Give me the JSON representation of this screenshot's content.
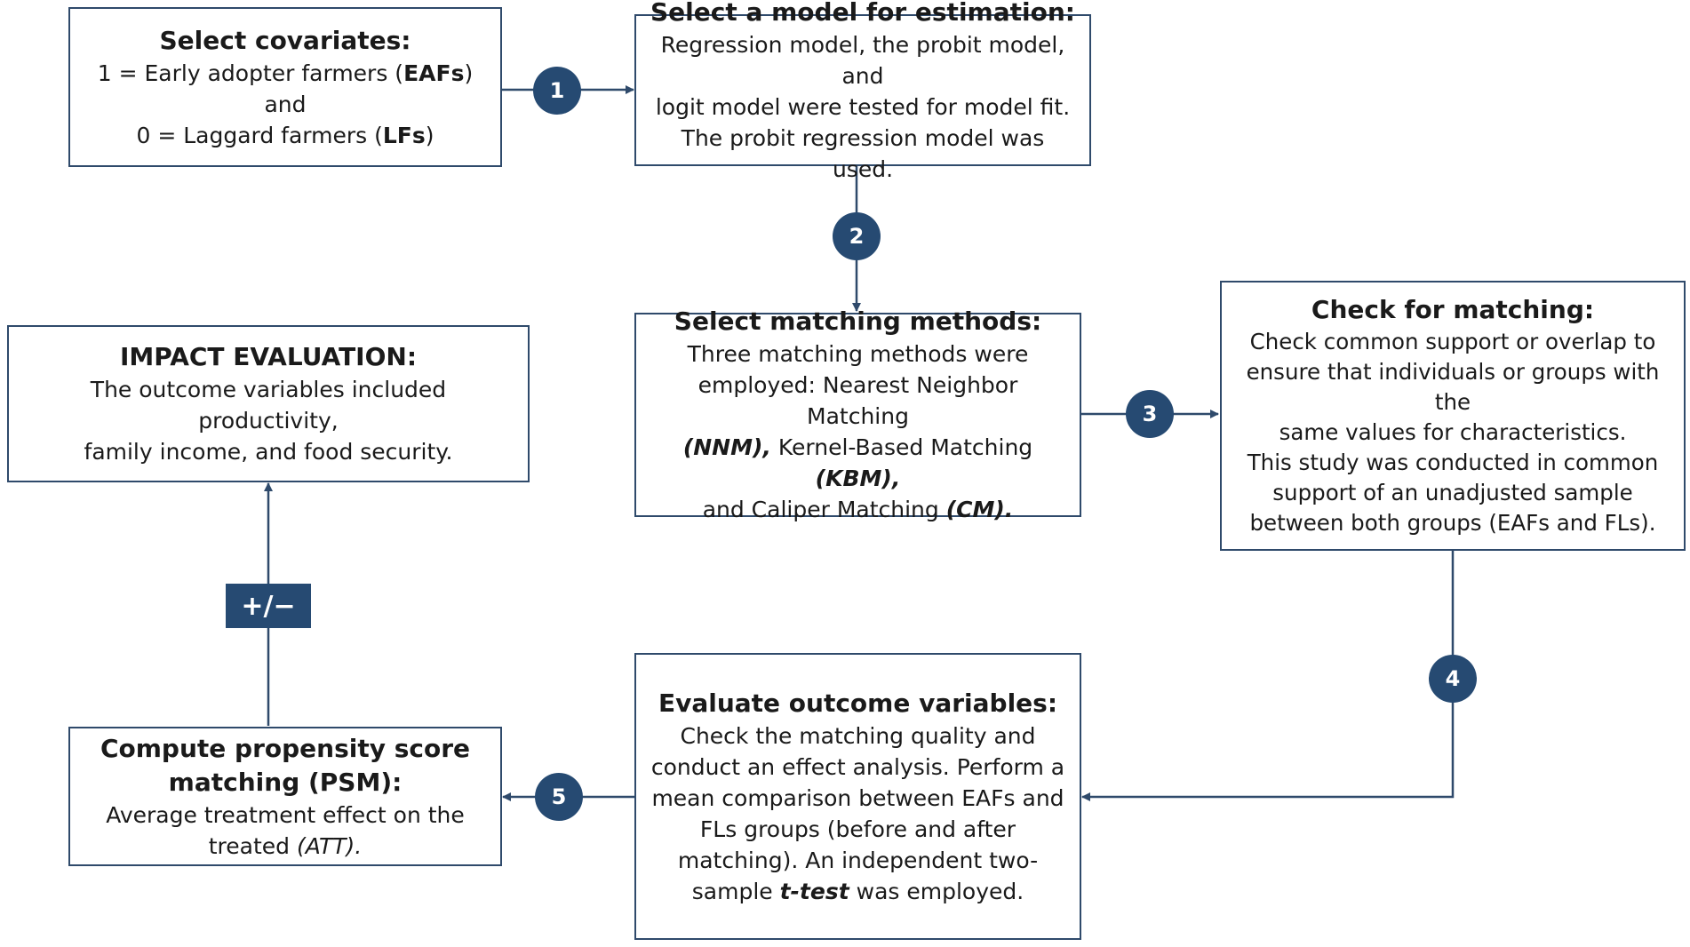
{
  "steps": {
    "covariates": {
      "title": "Select covariates:",
      "line1_pre": "1 = Early adopter farmers (",
      "line1_bold": "EAFs",
      "line1_post": ") and",
      "line2_pre": "0 = Laggard farmers (",
      "line2_bold": "LFs",
      "line2_post": ")"
    },
    "model": {
      "title": "Select a model for estimation:",
      "line1": "Regression model, the probit model, and",
      "line2": "logit model were tested for model fit.",
      "line3": "The probit regression model was used."
    },
    "matching_methods": {
      "title": "Select matching methods:",
      "line1": "Three matching methods were",
      "line2": "employed: Nearest Neighbor Matching",
      "nnm": "(NNM),",
      "kbm_text": " Kernel-Based Matching ",
      "kbm": "(KBM),",
      "cm_text": "and Caliper Matching ",
      "cm": "(CM)."
    },
    "check_matching": {
      "title": "Check for matching:",
      "line1": "Check common support or overlap to",
      "line2": "ensure that individuals or groups with the",
      "line3": "same values for characteristics.",
      "line4": "This study was conducted in common",
      "line5": "support of an unadjusted sample",
      "line6": "between both groups (EAFs and FLs)."
    },
    "impact": {
      "title": "IMPACT EVALUATION:",
      "line1": "The outcome variables included productivity,",
      "line2": "family income, and food security."
    },
    "evaluate": {
      "title": "Evaluate outcome variables:",
      "line1": "Check the matching quality and",
      "line2": "conduct an effect analysis. Perform a",
      "line3": "mean comparison between EAFs and",
      "line4": "FLs groups (before and after",
      "line5": "matching). An independent two-",
      "line6_pre": "sample ",
      "line6_bold": "t-test",
      "line6_post": " was employed."
    },
    "psm": {
      "title": "Compute propensity score matching (PSM):",
      "line1": "Average treatment effect on the",
      "line2_pre": "treated ",
      "line2_italic": "(ATT)."
    }
  },
  "badges": [
    "1",
    "2",
    "3",
    "4",
    "5"
  ],
  "sign_label": "+/−",
  "colors": {
    "accent": "#264a72",
    "border": "#2f4a6b"
  }
}
